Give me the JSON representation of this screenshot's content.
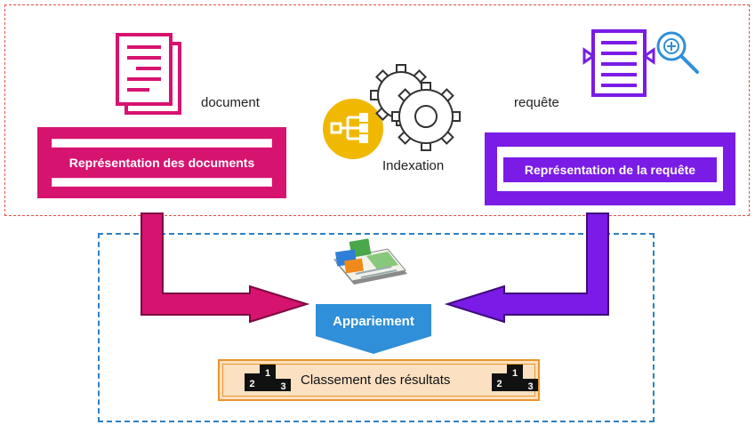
{
  "labels": {
    "document": "document",
    "requete": "requête",
    "indexation": "Indexation"
  },
  "boxes": {
    "documents": "Représentation des documents",
    "requete": "Représentation de la requête",
    "appariement": "Appariement",
    "classement": "Classement des résultats"
  },
  "podium_digits": [
    "2",
    "1",
    "3"
  ],
  "colors": {
    "document": "#d6136f",
    "requete": "#7a1be6",
    "indexation": "#f0b800",
    "appariement": "#2f8fd8",
    "classement_fill": "#fbe0c1",
    "classement_border": "#e8962d",
    "frame_top": "#e0504a",
    "frame_bottom": "#2f7fc1"
  }
}
